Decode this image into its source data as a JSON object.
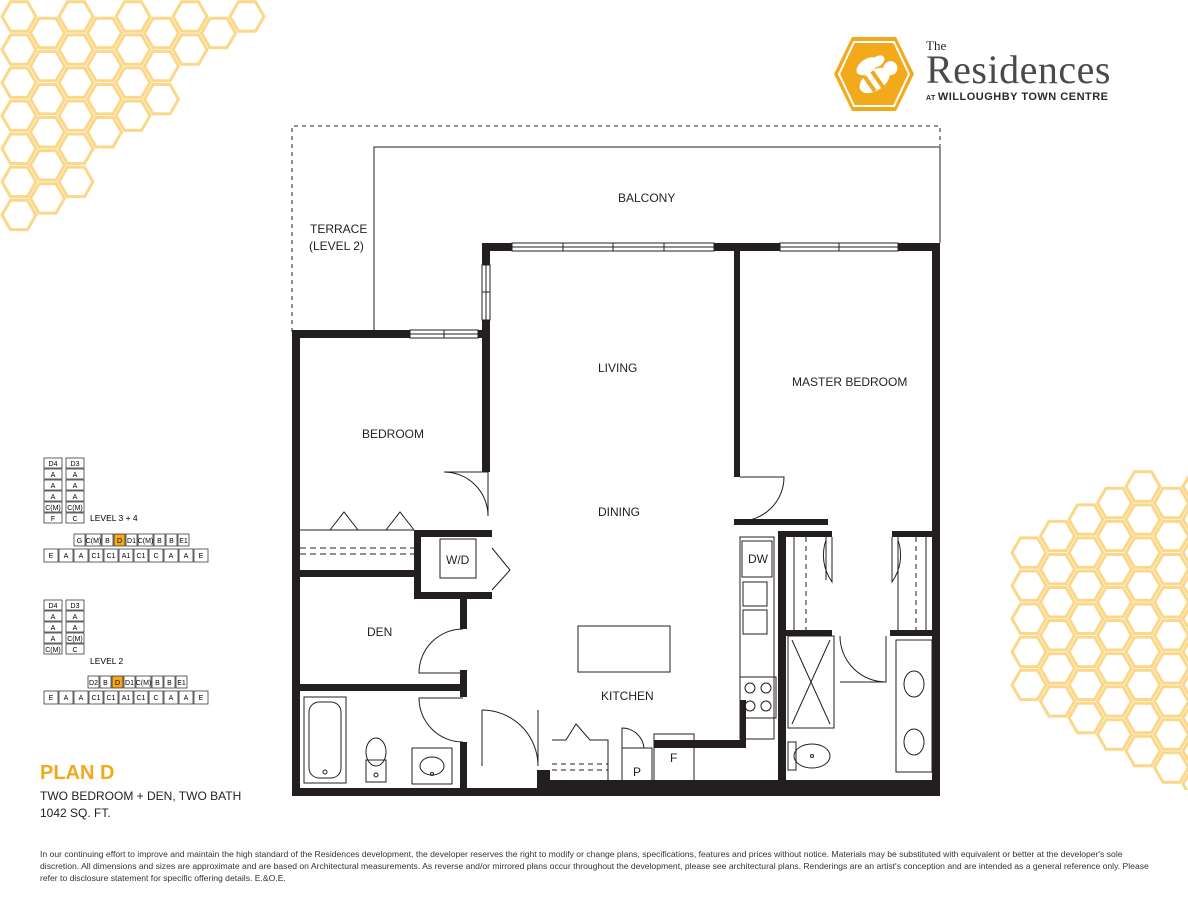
{
  "logo": {
    "the": "The",
    "name": "Residences",
    "at": "AT",
    "subtitle": "WILLOUGHBY TOWN CENTRE"
  },
  "rooms": {
    "balcony": "BALCONY",
    "terrace": "TERRACE",
    "terrace_level": "(LEVEL 2)",
    "living": "LIVING",
    "master_bedroom": "MASTER BEDROOM",
    "bedroom": "BEDROOM",
    "dining": "DINING",
    "den": "DEN",
    "kitchen": "KITCHEN",
    "wd": "W/D",
    "dw": "DW",
    "pantry": "P",
    "fridge": "F"
  },
  "key_plans": [
    {
      "label": "LEVEL 3 + 4",
      "tower": [
        "D4",
        "D3",
        "A",
        "A",
        "A",
        "A",
        "A",
        "A",
        "C(M)",
        "C(M)",
        "F",
        "C"
      ],
      "row1": [
        "G",
        "C(M)",
        "B",
        "D",
        "D1",
        "C(M)",
        "B",
        "B",
        "E1"
      ],
      "row2": [
        "E",
        "A",
        "A",
        "C1",
        "C1",
        "A1",
        "C1",
        "C",
        "A",
        "A",
        "E"
      ],
      "highlight": "D"
    },
    {
      "label": "LEVEL 2",
      "tower": [
        "D4",
        "D3",
        "A",
        "A",
        "A",
        "A",
        "A",
        "C(M)",
        "C(M)",
        "C"
      ],
      "row1": [
        "D2",
        "B",
        "D",
        "D1",
        "C(M)",
        "B",
        "B",
        "E1"
      ],
      "row2": [
        "E",
        "A",
        "A",
        "C1",
        "C1",
        "A1",
        "C1",
        "C",
        "A",
        "A",
        "E"
      ],
      "highlight": "D"
    }
  ],
  "plan": {
    "name": "PLAN D",
    "type": "TWO BEDROOM + DEN, TWO BATH",
    "area": "1042 SQ. FT."
  },
  "disclaimer": "In our continuing effort to improve and maintain the high standard of the Residences development, the developer reserves the right to modify or change plans, specifications, features and prices without notice. Materials may be substituted with equivalent or better at the developer's sole discretion. All dimensions and sizes are approximate and are based on Architectural measurements. As reverse and/or mirrored plans occur throughout the development, please see architectural plans. Renderings are an artist's conception and are intended as a general reference only. Please refer to disclosure statement for specific offering details. E.&O.E.",
  "colors": {
    "accent": "#f2a91c",
    "honeycomb": "#fbd789",
    "wall": "#231f20",
    "text": "#231f20"
  }
}
